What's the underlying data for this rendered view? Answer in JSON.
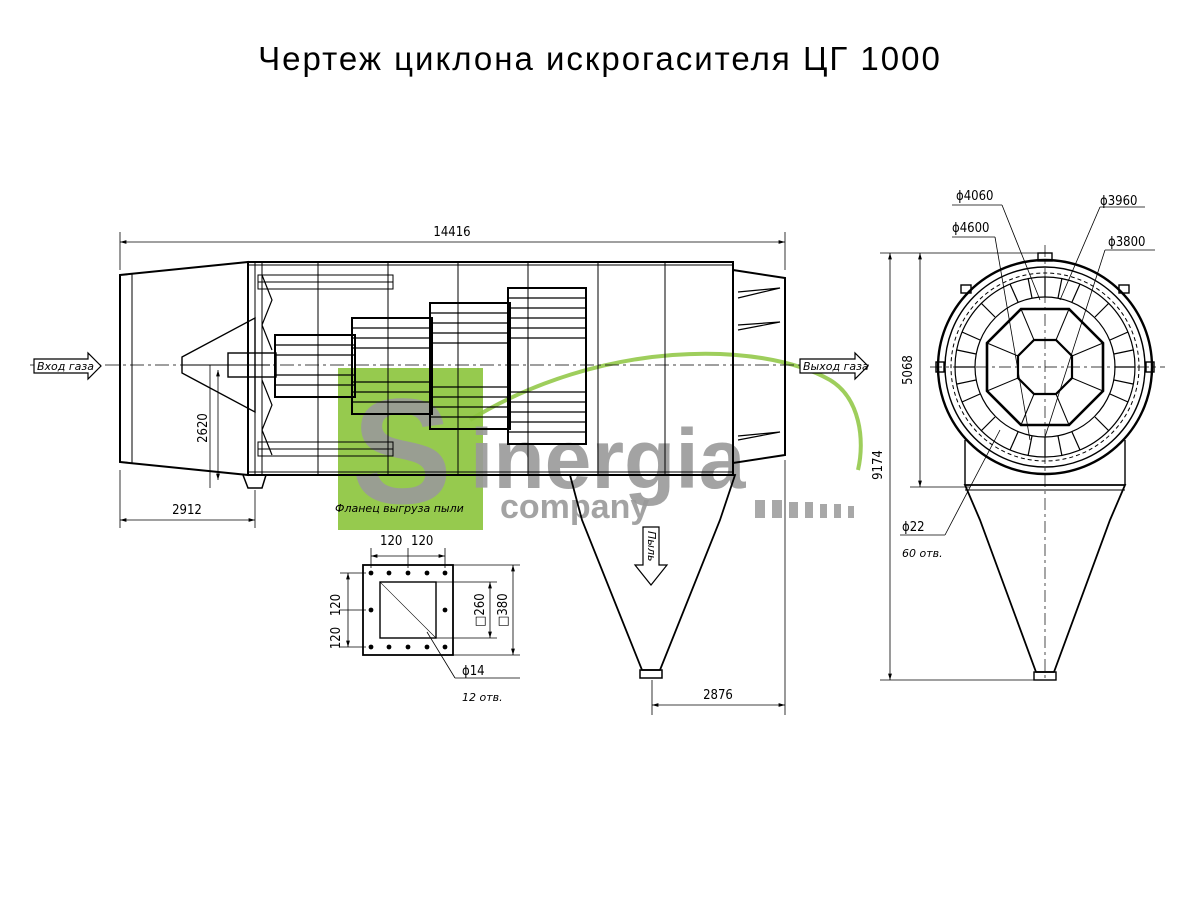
{
  "title": "Чертеж циклона искрогасителя ЦГ 1000",
  "labels": {
    "gas_inlet": "Вход газа",
    "gas_outlet": "Выход газа",
    "dust": "Пыль",
    "flange": "Фланец выгруза пыли",
    "holes_main": "60 отв.",
    "holes_flange": "12 отв."
  },
  "dimensions": {
    "overall_length": "14416",
    "inlet_length": "2912",
    "axis_height": "2620",
    "hopper_width": "2876",
    "d_4060": "ϕ4060",
    "d_3960": "ϕ3960",
    "d_4600": "ϕ4600",
    "d_3800": "ϕ3800",
    "end_height": "5068",
    "total_height": "9174",
    "hole_d22": "ϕ22",
    "flange_pitch_1": "120",
    "flange_pitch_2": "120",
    "flange_pitch_3": "120",
    "flange_pitch_4": "120",
    "flange_inner": "□260",
    "flange_outer": "□380",
    "hole_d14": "ϕ14"
  },
  "watermark": {
    "letter": "S",
    "word": "inergia",
    "sub": "company",
    "color_green": "#8dc63f",
    "color_gray": "#9a9a9a"
  }
}
